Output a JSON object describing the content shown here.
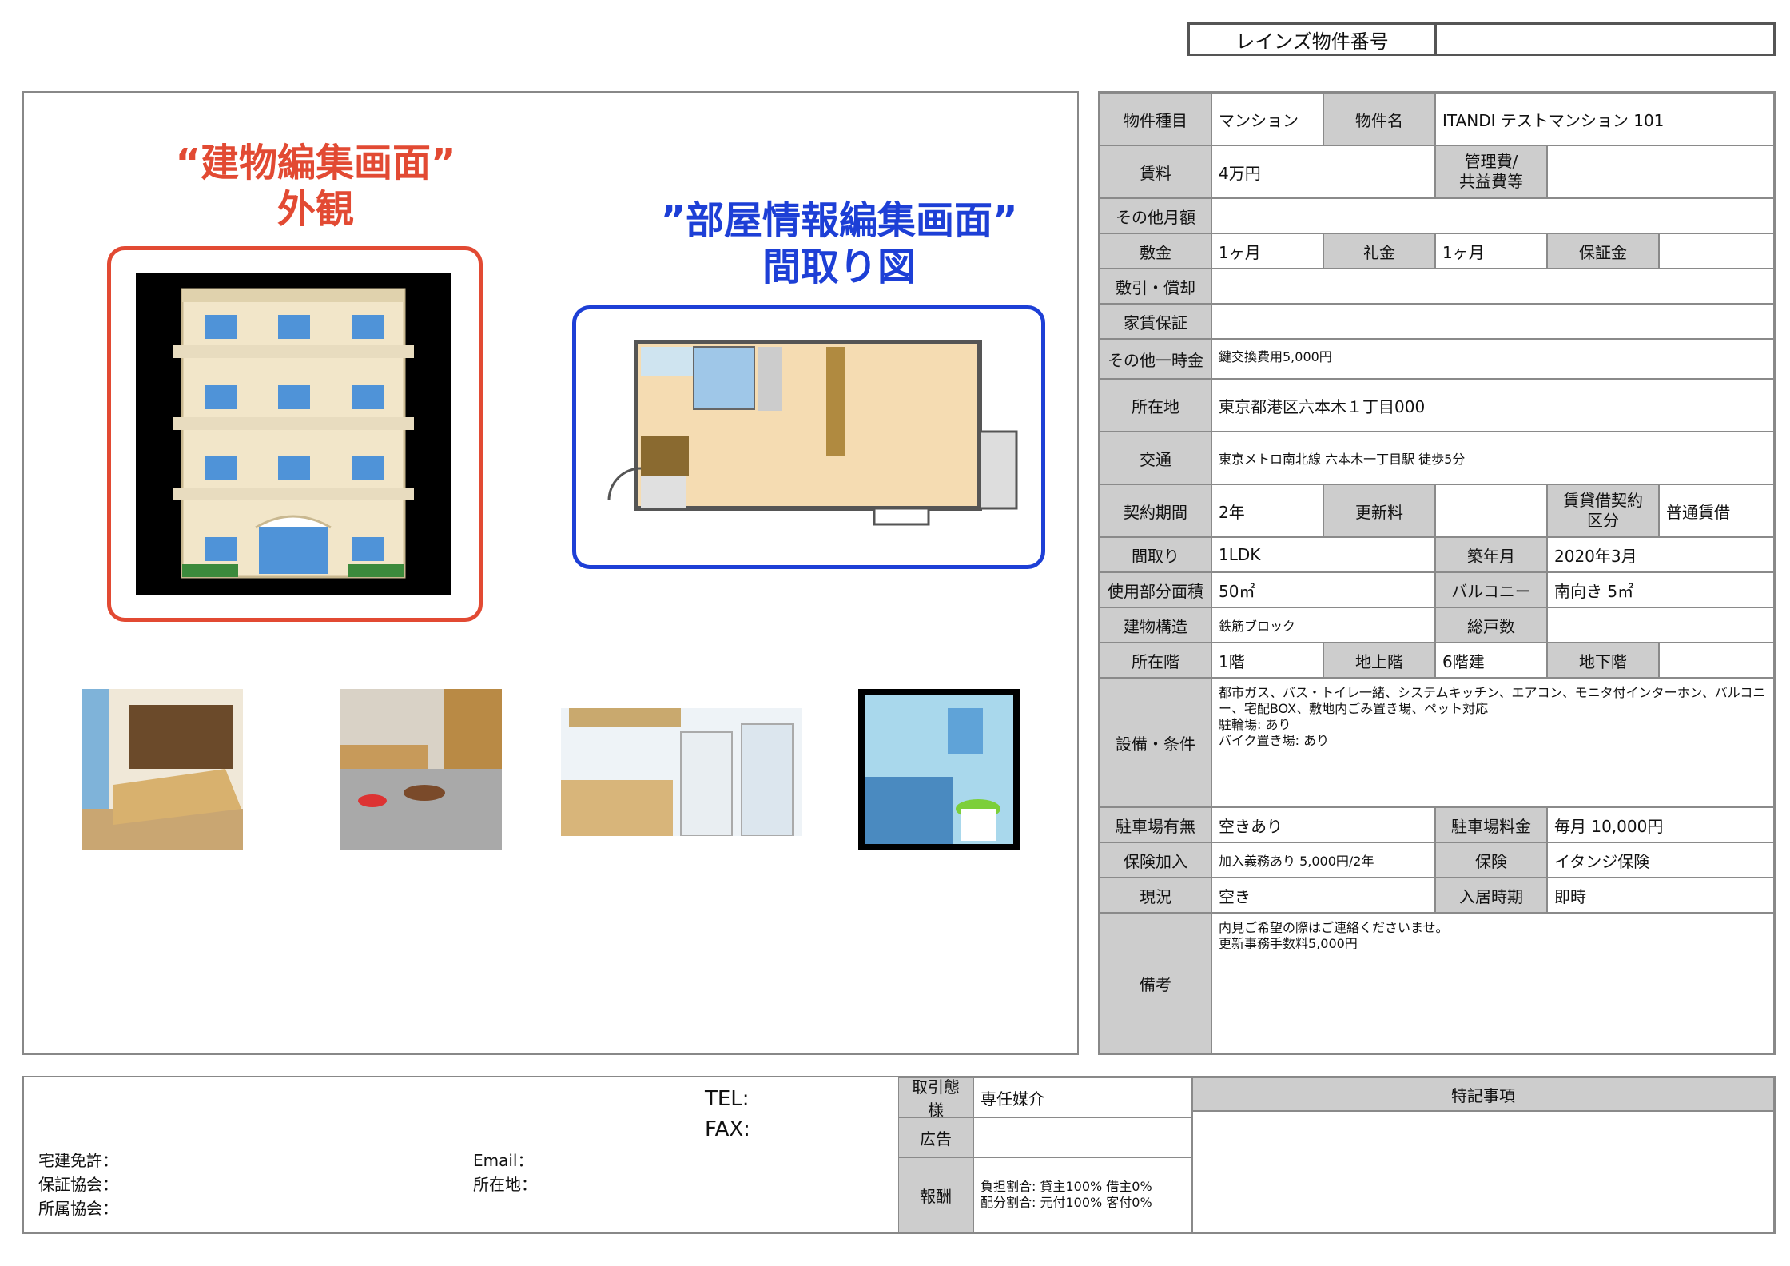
{
  "reins": {
    "label": "レインズ物件番号",
    "value": ""
  },
  "captions": {
    "building_line1": "“建物編集画面”",
    "building_line2": "外観",
    "room_line1": "”部屋情報編集画面”",
    "room_line2": "間取り図"
  },
  "details": {
    "type_label": "物件種目",
    "type_value": "マンション",
    "name_label": "物件名",
    "name_value": "ITANDI テストマンション 101",
    "rent_label": "賃料",
    "rent_value": "4万円",
    "mgmt_label": "管理費/\n共益費等",
    "mgmt_value": "",
    "other_monthly_label": "その他月額",
    "other_monthly_value": "",
    "deposit_label": "敷金",
    "deposit_value": "1ヶ月",
    "key_money_label": "礼金",
    "key_money_value": "1ヶ月",
    "guarantee_money_label": "保証金",
    "guarantee_money_value": "",
    "amortization_label": "敷引・償却",
    "amortization_value": "",
    "rent_guarantee_label": "家賃保証",
    "rent_guarantee_value": "",
    "other_onetime_label": "その他一時金",
    "other_onetime_value": "鍵交換費用5,000円",
    "address_label": "所在地",
    "address_value": "東京都港区六本木１丁目000",
    "transport_label": "交通",
    "transport_value": "東京メトロ南北線 六本木一丁目駅 徒歩5分",
    "contract_period_label": "契約期間",
    "contract_period_value": "2年",
    "renewal_fee_label": "更新料",
    "renewal_fee_value": "",
    "lease_type_label": "賃貸借契約\n区分",
    "lease_type_value": "普通賃借",
    "layout_label": "間取り",
    "layout_value": "1LDK",
    "built_label": "築年月",
    "built_value": "2020年3月",
    "area_label": "使用部分面積",
    "area_value": "50㎡",
    "balcony_label": "バルコニー",
    "balcony_value": "南向き 5㎡",
    "structure_label": "建物構造",
    "structure_value": "鉄筋ブロック",
    "total_units_label": "総戸数",
    "total_units_value": "",
    "floor_label": "所在階",
    "floor_value": "1階",
    "above_label": "地上階",
    "above_value": "6階建",
    "below_label": "地下階",
    "below_value": "",
    "equipment_label": "設備・条件",
    "equipment_value": "都市ガス、バス・トイレ一緒、システムキッチン、エアコン、モニタ付インターホン、バルコニー、宅配BOX、敷地内ごみ置き場、ペット対応\n駐輪場: あり\nバイク置き場: あり",
    "parking_label": "駐車場有無",
    "parking_value": "空きあり",
    "parking_fee_label": "駐車場料金",
    "parking_fee_value": "毎月 10,000円",
    "insurance_label": "保険加入",
    "insurance_value": "加入義務あり 5,000円/2年",
    "insurance_co_label": "保険",
    "insurance_co_value": "イタンジ保険",
    "status_label": "現況",
    "status_value": "空き",
    "move_in_label": "入居時期",
    "move_in_value": "即時",
    "remarks_label": "備考",
    "remarks_value": "内見ご希望の際はご連絡くださいませ。\n更新事務手数料5,000円"
  },
  "footer": {
    "tel": "TEL:",
    "fax": "FAX:",
    "license": "宅建免許：",
    "assoc": "保証協会：",
    "member": "所属協会：",
    "email": "Email：",
    "location": "所在地：",
    "deal_label": "取引態様",
    "deal_value": "専任媒介",
    "ad_label": "広告",
    "ad_value": "",
    "fee_label": "報酬",
    "fee_value": "負担割合: 貸主100% 借主0%\n配分割合: 元付100% 客付0%",
    "special_label": "特記事項",
    "special_value": ""
  },
  "icons": [
    "building-exterior-icon",
    "floor-plan-icon",
    "bedroom-photo-icon",
    "entrance-photo-icon",
    "kitchen-photo-icon",
    "bathroom-photo-icon"
  ]
}
